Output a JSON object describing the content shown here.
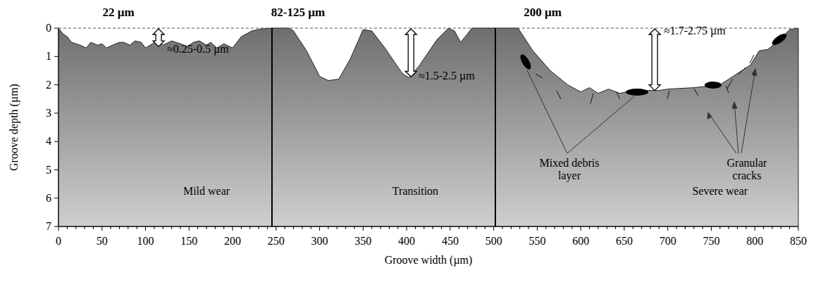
{
  "diagram": {
    "labels": [
      "22 µm",
      "82-125 µm",
      "200 µm",
      "≈0.25-0.5 µm",
      "≈1.5-2.5 µm",
      "≈1.7-2.75 µm",
      "Mixed debris layer",
      "Granular cracks",
      "Mild wear",
      "Transition",
      "Severe wear",
      "0",
      "1",
      "2",
      "3",
      "4",
      "5",
      "6",
      "7",
      "0",
      "50",
      "100",
      "150",
      "200",
      "250",
      "300",
      "350",
      "400",
      "450",
      "500",
      "550",
      "600",
      "650",
      "700",
      "750",
      "800",
      "850",
      "Groove depth (µm)",
      "Groove width (µm)"
    ]
  }
}
